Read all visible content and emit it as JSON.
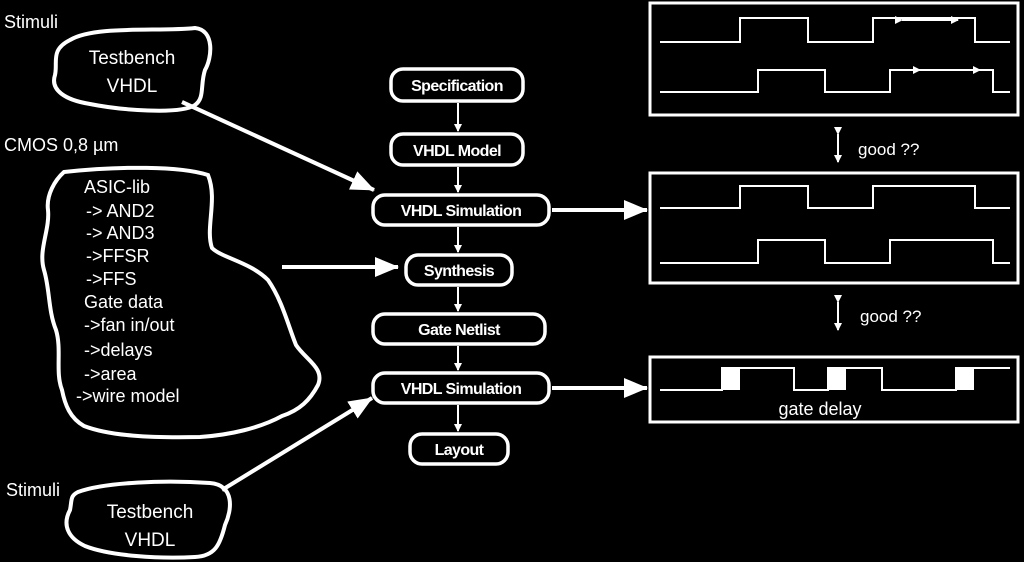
{
  "stimuli_top": "Stimuli",
  "stimuli_bottom": "Stimuli",
  "tech": "CMOS 0,8 µm",
  "testbench_top": [
    "Testbench",
    "VHDL"
  ],
  "testbench_bottom": [
    "Testbench",
    "VHDL"
  ],
  "asic_lib": [
    "ASIC-lib",
    "-> AND2",
    "-> AND3",
    "->FFSR",
    "->FFS",
    "Gate data",
    "->fan in/out",
    "->delays",
    "->area",
    "->wire model"
  ],
  "flow": [
    "Specification",
    "VHDL Model",
    "VHDL Simulation",
    "Synthesis",
    "Gate Netlist",
    "VHDL Simulation",
    "Layout"
  ],
  "good1": "good ??",
  "good2": "good ??",
  "gate_delay": "gate delay",
  "colors": {
    "background": "#000000",
    "foreground": "#ffffff"
  }
}
